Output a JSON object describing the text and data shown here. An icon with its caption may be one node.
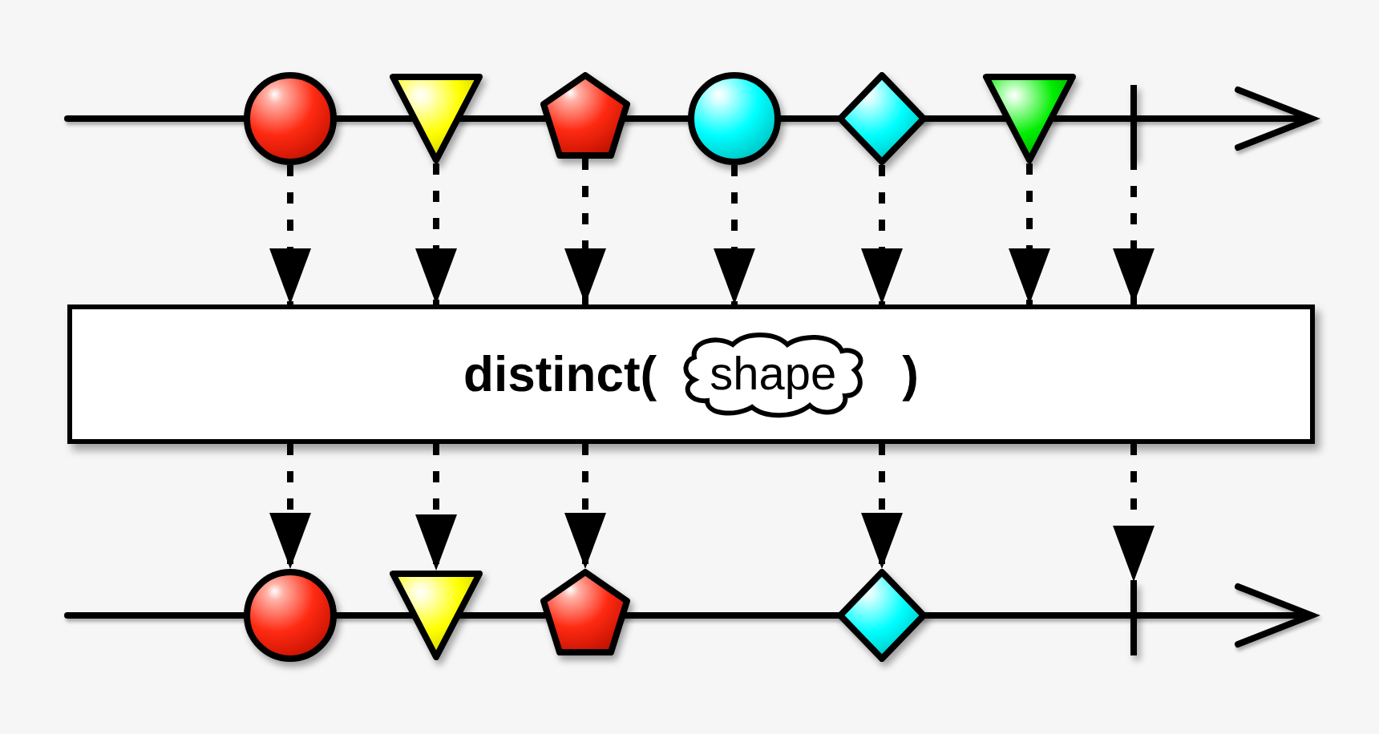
{
  "diagram": {
    "nodes": [
      {
        "text": [],
        "shape": "circle"
      },
      {
        "text": [],
        "shape": "triangle"
      },
      {
        "text": [],
        "shape": "pentagon"
      },
      {
        "text": [],
        "shape": "circle"
      },
      {
        "text": [],
        "shape": "diamond"
      },
      {
        "text": [],
        "shape": "triangle"
      },
      {
        "text": [],
        "shape": "bar"
      },
      {
        "text": [
          "distinct(",
          ")"
        ]
      },
      {
        "text": [
          "shape"
        ],
        "in": 7
      },
      {
        "text": [],
        "shape": "circle"
      },
      {
        "text": [],
        "shape": "triangle"
      },
      {
        "text": [],
        "shape": "pentagon"
      },
      {
        "text": [],
        "shape": "diamond"
      },
      {
        "text": [],
        "shape": "bar"
      }
    ],
    "edges": [
      {
        "from": 0,
        "to": 7,
        "arrow": "to",
        "style": "dashed"
      },
      {
        "from": 1,
        "to": 7,
        "arrow": "to",
        "style": "dashed"
      },
      {
        "from": 2,
        "to": 7,
        "arrow": "to",
        "style": "dashed"
      },
      {
        "from": 3,
        "to": 7,
        "arrow": "to",
        "style": "dashed"
      },
      {
        "from": 4,
        "to": 7,
        "arrow": "to",
        "style": "dashed"
      },
      {
        "from": 5,
        "to": 7,
        "arrow": "to",
        "style": "dashed"
      },
      {
        "from": 6,
        "to": 7,
        "arrow": "to",
        "style": "dashed"
      },
      {
        "from": 7,
        "to": 9,
        "arrow": "to",
        "style": "dashed"
      },
      {
        "from": 7,
        "to": 10,
        "arrow": "to",
        "style": "dashed"
      },
      {
        "from": 7,
        "to": 11,
        "arrow": "to",
        "style": "dashed"
      },
      {
        "from": 7,
        "to": 12,
        "arrow": "to",
        "style": "dashed"
      },
      {
        "from": 7,
        "to": 13,
        "arrow": "to",
        "style": "dashed"
      }
    ]
  }
}
